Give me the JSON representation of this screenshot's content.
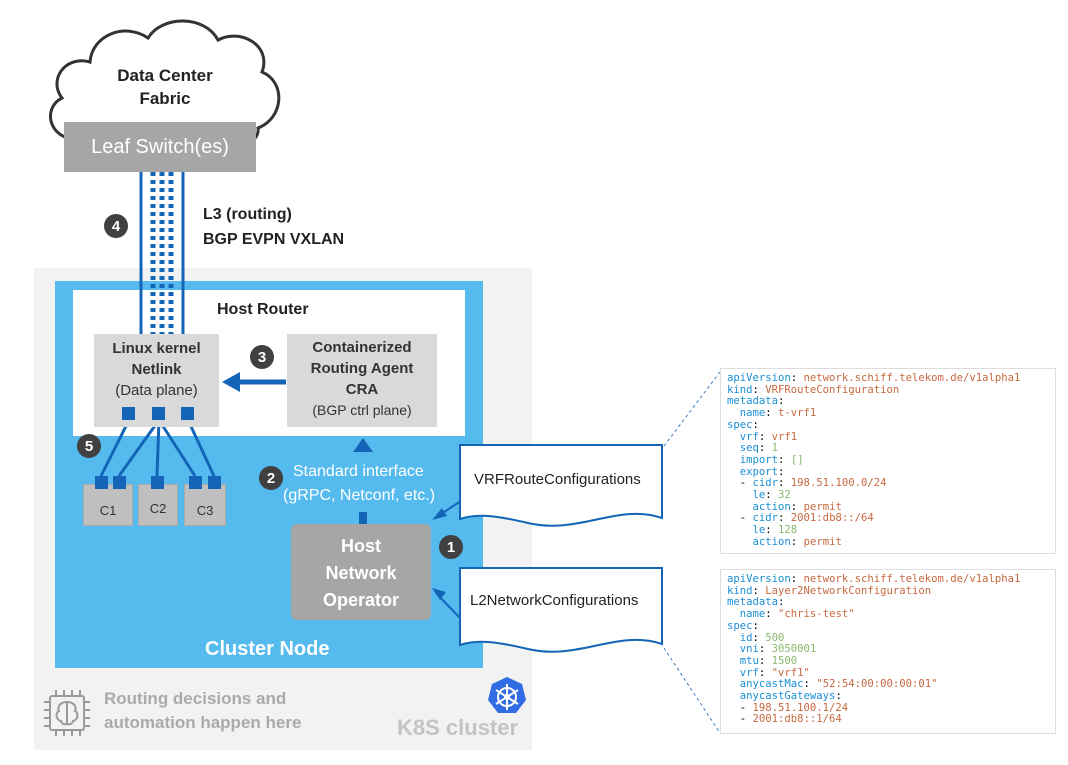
{
  "fabric": {
    "cloud_label": "Data Center\nFabric",
    "leaf_switch": "Leaf Switch(es)"
  },
  "link": {
    "step": "4",
    "line1": "L3 (routing)",
    "line2": "BGP EVPN VXLAN"
  },
  "host_router": {
    "title": "Host Router",
    "kernel_lines": [
      "Linux kernel",
      "Netlink",
      "(Data plane)"
    ],
    "cra_lines": [
      "Containerized",
      "Routing Agent",
      "CRA",
      "(BGP ctrl plane)"
    ],
    "step_arrow": "3",
    "step_containers": "5"
  },
  "containers": [
    "C1",
    "C2",
    "C3"
  ],
  "interface": {
    "step": "2",
    "line1": "Standard interface",
    "line2": "(gRPC, Netconf, etc.)"
  },
  "operator": {
    "lines": [
      "Host",
      "Network",
      "Operator"
    ],
    "step": "1"
  },
  "cluster_node_label": "Cluster Node",
  "k8s": {
    "label": "K8S cluster",
    "note_line1": "Routing decisions and",
    "note_line2": "automation happen here",
    "brain_icon": "chip-brain-icon",
    "logo_icon": "kubernetes-wheel-icon"
  },
  "docs": {
    "vrf": "VRFRouteConfigurations",
    "l2": "L2NetworkConfigurations"
  },
  "yaml_vrf": [
    [
      [
        "k",
        "apiVersion"
      ],
      [
        "p",
        ": "
      ],
      [
        "v",
        "network.schiff.telekom.de/v1alpha1"
      ]
    ],
    [
      [
        "k",
        "kind"
      ],
      [
        "p",
        ": "
      ],
      [
        "v",
        "VRFRouteConfiguration"
      ]
    ],
    [
      [
        "k",
        "metadata"
      ],
      [
        "p",
        ":"
      ]
    ],
    [
      [
        "p",
        "  "
      ],
      [
        "k",
        "name"
      ],
      [
        "p",
        ": "
      ],
      [
        "v",
        "t-vrf1"
      ]
    ],
    [
      [
        "k",
        "spec"
      ],
      [
        "p",
        ":"
      ]
    ],
    [
      [
        "p",
        "  "
      ],
      [
        "k",
        "vrf"
      ],
      [
        "p",
        ": "
      ],
      [
        "v",
        "vrf1"
      ]
    ],
    [
      [
        "p",
        "  "
      ],
      [
        "k",
        "seq"
      ],
      [
        "p",
        ": "
      ],
      [
        "n",
        "1"
      ]
    ],
    [
      [
        "p",
        "  "
      ],
      [
        "k",
        "import"
      ],
      [
        "p",
        ": "
      ],
      [
        "n",
        "[]"
      ]
    ],
    [
      [
        "p",
        "  "
      ],
      [
        "k",
        "export"
      ],
      [
        "p",
        ":"
      ]
    ],
    [
      [
        "p",
        "  - "
      ],
      [
        "k",
        "cidr"
      ],
      [
        "p",
        ": "
      ],
      [
        "v",
        "198.51.100.0/24"
      ]
    ],
    [
      [
        "p",
        "    "
      ],
      [
        "k",
        "le"
      ],
      [
        "p",
        ": "
      ],
      [
        "n",
        "32"
      ]
    ],
    [
      [
        "p",
        "    "
      ],
      [
        "k",
        "action"
      ],
      [
        "p",
        ": "
      ],
      [
        "v",
        "permit"
      ]
    ],
    [
      [
        "p",
        "  - "
      ],
      [
        "k",
        "cidr"
      ],
      [
        "p",
        ": "
      ],
      [
        "v",
        "2001:db8::/64"
      ]
    ],
    [
      [
        "p",
        "    "
      ],
      [
        "k",
        "le"
      ],
      [
        "p",
        ": "
      ],
      [
        "n",
        "128"
      ]
    ],
    [
      [
        "p",
        "    "
      ],
      [
        "k",
        "action"
      ],
      [
        "p",
        ": "
      ],
      [
        "v",
        "permit"
      ]
    ]
  ],
  "yaml_l2": [
    [
      [
        "k",
        "apiVersion"
      ],
      [
        "p",
        ": "
      ],
      [
        "v",
        "network.schiff.telekom.de/v1alpha1"
      ]
    ],
    [
      [
        "k",
        "kind"
      ],
      [
        "p",
        ": "
      ],
      [
        "v",
        "Layer2NetworkConfiguration"
      ]
    ],
    [
      [
        "k",
        "metadata"
      ],
      [
        "p",
        ":"
      ]
    ],
    [
      [
        "p",
        "  "
      ],
      [
        "k",
        "name"
      ],
      [
        "p",
        ": "
      ],
      [
        "s",
        "\"chris-test\""
      ]
    ],
    [
      [
        "k",
        "spec"
      ],
      [
        "p",
        ":"
      ]
    ],
    [
      [
        "p",
        "  "
      ],
      [
        "k",
        "id"
      ],
      [
        "p",
        ": "
      ],
      [
        "n",
        "500"
      ]
    ],
    [
      [
        "p",
        "  "
      ],
      [
        "k",
        "vni"
      ],
      [
        "p",
        ": "
      ],
      [
        "n",
        "3050001"
      ]
    ],
    [
      [
        "p",
        "  "
      ],
      [
        "k",
        "mtu"
      ],
      [
        "p",
        ": "
      ],
      [
        "n",
        "1500"
      ]
    ],
    [
      [
        "p",
        "  "
      ],
      [
        "k",
        "vrf"
      ],
      [
        "p",
        ": "
      ],
      [
        "s",
        "\"vrf1\""
      ]
    ],
    [
      [
        "p",
        "  "
      ],
      [
        "k",
        "anycastMac"
      ],
      [
        "p",
        ": "
      ],
      [
        "s",
        "\"52:54:00:00:00:01\""
      ]
    ],
    [
      [
        "p",
        "  "
      ],
      [
        "k",
        "anycastGateways"
      ],
      [
        "p",
        ":"
      ]
    ],
    [
      [
        "p",
        "  - "
      ],
      [
        "v",
        "198.51.100.1/24"
      ]
    ],
    [
      [
        "p",
        "  - "
      ],
      [
        "v",
        "2001:db8::1/64"
      ]
    ]
  ],
  "colors": {
    "cluster_node": "#55bbef",
    "arrow_blue": "#1465b7",
    "box_grey": "#d9d9d9",
    "operator_grey": "#a6a6a6"
  }
}
